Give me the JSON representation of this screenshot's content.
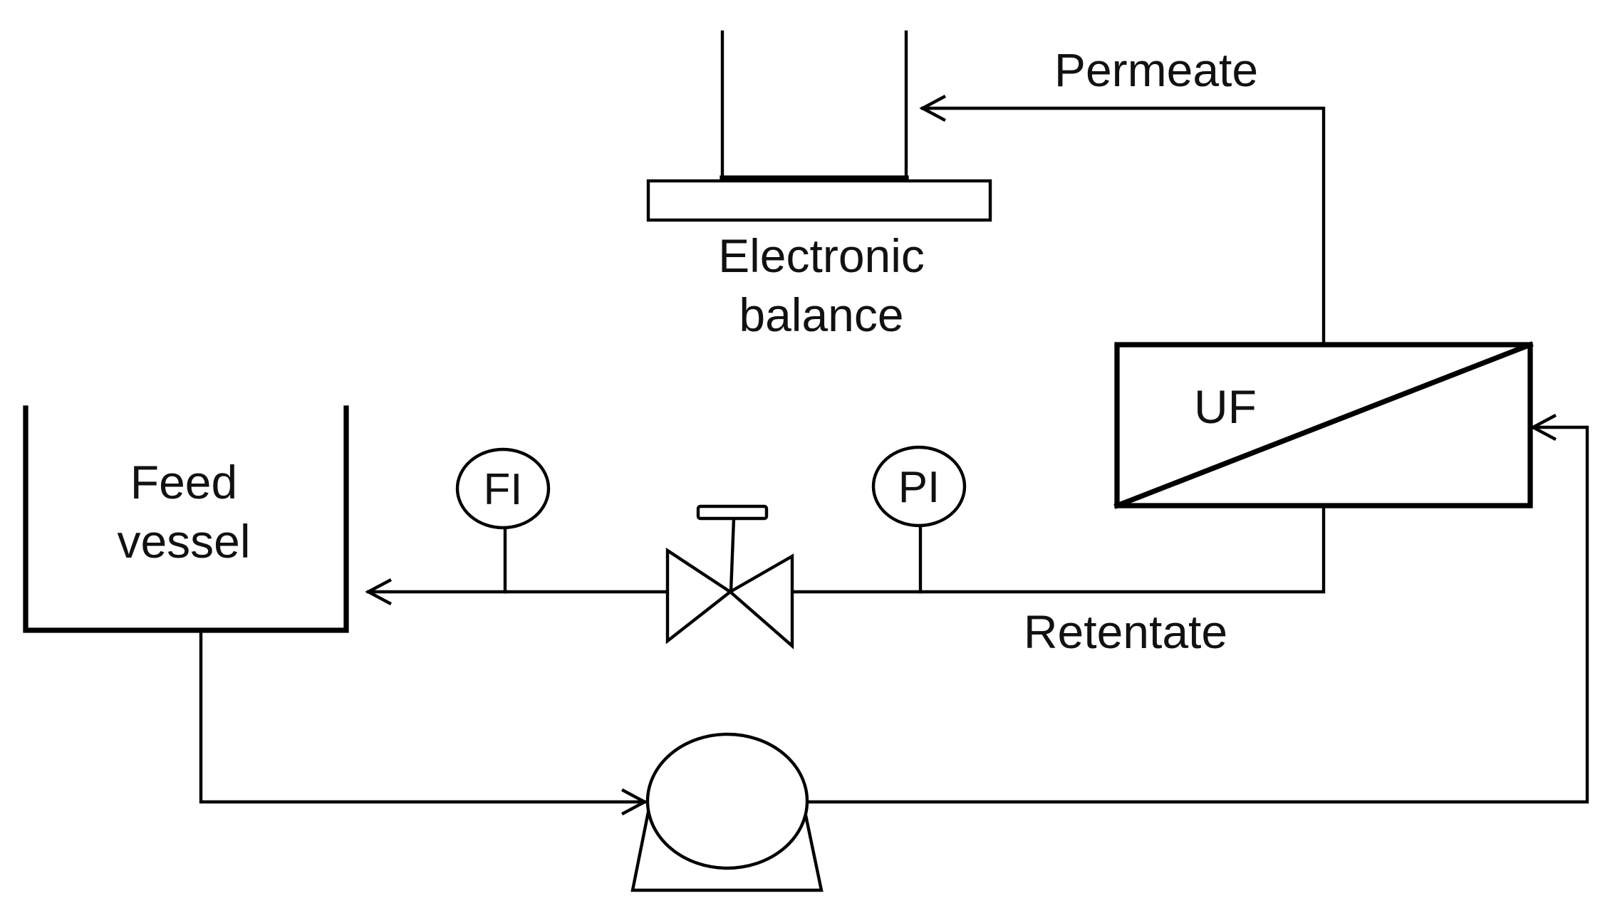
{
  "labels": {
    "permeate": "Permeate",
    "electronic": "Electronic",
    "balance": "balance",
    "uf": "UF",
    "feed": "Feed",
    "vessel": "vessel",
    "fi": "FI",
    "pi": "PI",
    "retentate": "Retentate"
  },
  "colors": {
    "stroke": "#000000",
    "text": "#111111",
    "background": "#ffffff"
  }
}
